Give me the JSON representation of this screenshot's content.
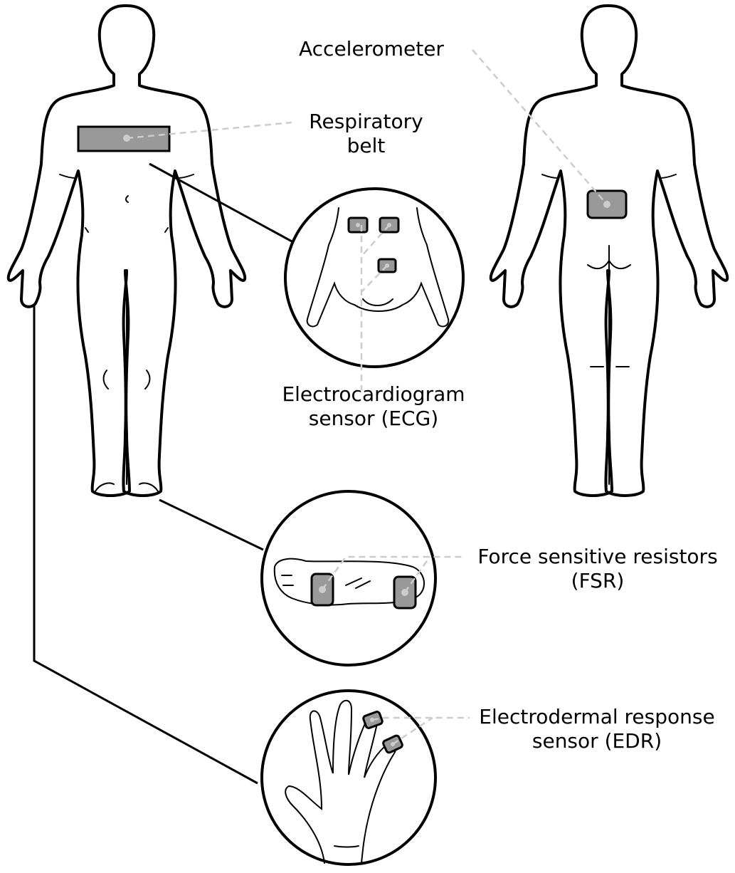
{
  "labels": {
    "accelerometer": [
      "Accelerometer"
    ],
    "respiratory_belt": [
      "Respiratory",
      "belt"
    ],
    "ecg": [
      "Electrocardiogram",
      "sensor (ECG)"
    ],
    "fsr": [
      "Force sensitive resistors",
      "(FSR)"
    ],
    "edr": [
      "Electrodermal response",
      "sensor (EDR)"
    ]
  },
  "colors": {
    "sensor_fill": "#999999",
    "sensor_dot": "#cccccc",
    "leader_line": "#cccccc",
    "outline": "#000000"
  }
}
